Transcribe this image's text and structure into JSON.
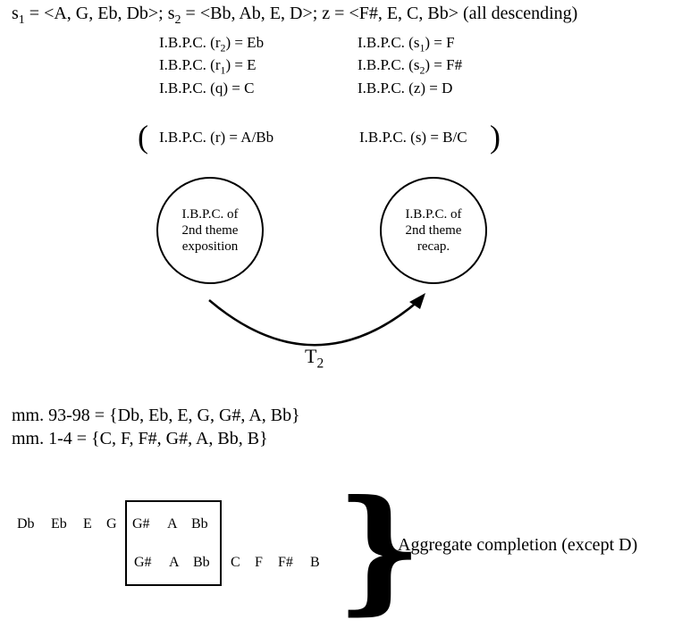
{
  "top_line": {
    "s1_var": "s",
    "s1_sub": "1",
    "s1_val": " = <A, G, Eb, Db>; ",
    "s2_var": "s",
    "s2_sub": "2",
    "s2_val": " = <Bb, Ab, E, D>; ",
    "z_val": "z = <F#, E, C, Bb> (all descending)"
  },
  "ibpc_left": [
    {
      "pre": "I.B.P.C. (r",
      "sub": "2",
      "post": ") = Eb"
    },
    {
      "pre": "I.B.P.C. (r",
      "sub": "1",
      "post": ") = E"
    },
    {
      "pre": "I.B.P.C. (q) = C",
      "sub": "",
      "post": ""
    }
  ],
  "ibpc_right": [
    {
      "pre": "I.B.P.C. (s",
      "sub": "1",
      "post": ") = F"
    },
    {
      "pre": "I.B.P.C. (s",
      "sub": "2",
      "post": ") = F#"
    },
    {
      "pre": "I.B.P.C. (z) = D",
      "sub": "",
      "post": ""
    }
  ],
  "paren_group": {
    "open": "(",
    "close": ")",
    "r": "I.B.P.C. (r) = A/Bb",
    "s": "I.B.P.C. (s) = B/C"
  },
  "circles": {
    "exposition": [
      "I.B.P.C. of",
      "2nd theme",
      "exposition"
    ],
    "recap": [
      "I.B.P.C. of",
      "2nd theme",
      "recap."
    ]
  },
  "transform": {
    "var": "T",
    "sub": "2"
  },
  "sets": [
    "mm. 93-98 = {Db, Eb, E, G, G#, A, Bb}",
    "mm. 1-4 = {C, F, F#, G#, A, Bb, B}"
  ],
  "row1_notes": [
    "Db",
    "Eb",
    "E",
    "G",
    "G#",
    "A",
    "Bb"
  ],
  "row2_notes": [
    "G#",
    "A",
    "Bb",
    "C",
    "F",
    "F#",
    "B"
  ],
  "brace": "}",
  "aggregate_label": "Aggregate completion (except D)"
}
